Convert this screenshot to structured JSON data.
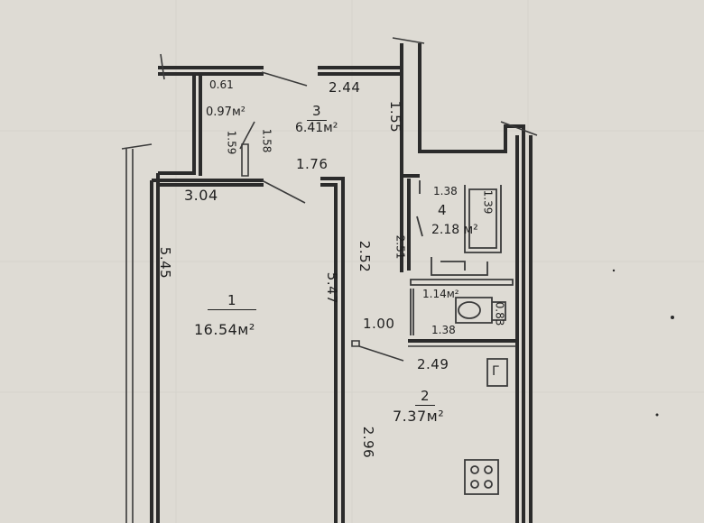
{
  "rooms": [
    {
      "number": "1",
      "area": "16.54м²"
    },
    {
      "number": "2",
      "area": "7.37м²"
    },
    {
      "number": "3",
      "area": "6.41м²"
    },
    {
      "number": "4",
      "area": "2.18 м²"
    }
  ],
  "small_areas": {
    "pantry": "0.97м²",
    "wc": "1.14м²"
  },
  "dimensions": {
    "d0_61": "0.61",
    "d2_44": "2.44",
    "d1_59": "1.59",
    "d1_58": "1.58",
    "d1_55": "1.55",
    "d1_76": "1.76",
    "d3_04": "3.04",
    "d1_38_top": "1.38",
    "d1_39": "1.39",
    "d5_45": "5.45",
    "d5_47": "5.47",
    "d2_52": "2.52",
    "d2_51": "2.51",
    "d0_83": "0.83",
    "d1_38_bottom": "1.38",
    "d1_00": "1.00",
    "d2_49": "2.49",
    "d2_96": "2.96"
  },
  "fixtures": {
    "boiler_symbol": "Г"
  }
}
